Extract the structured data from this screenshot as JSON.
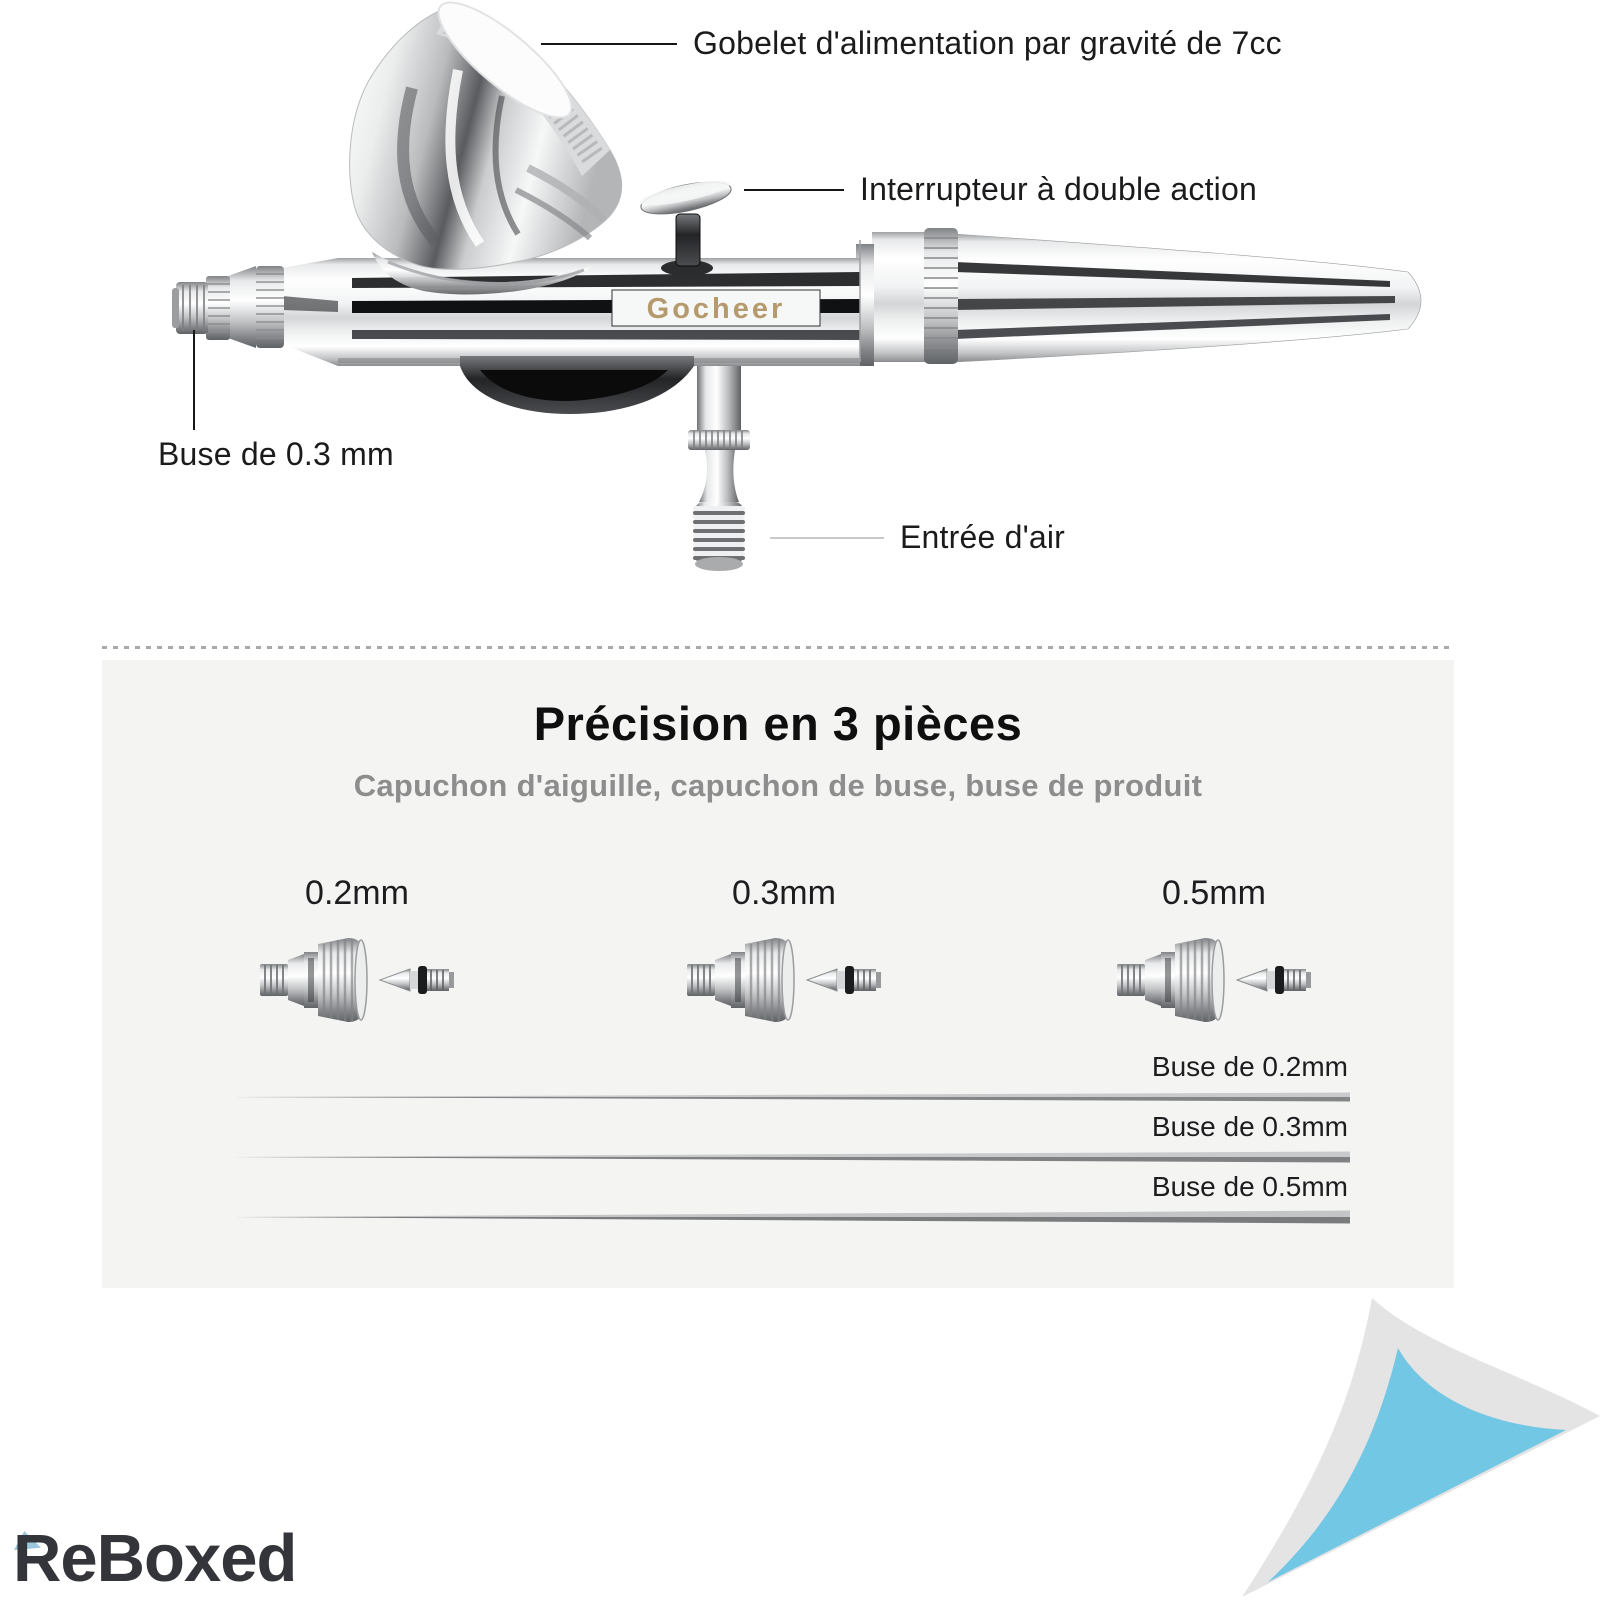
{
  "product": {
    "brand_text": "Gocheer",
    "callouts": {
      "cup": "Gobelet d'alimentation par gravité de 7cc",
      "trigger": "Interrupteur à double action",
      "nozzle": "Buse de 0.3 mm",
      "air_inlet": "Entrée d'air"
    }
  },
  "precision": {
    "title": "Précision en 3 pièces",
    "subtitle": "Capuchon d'aiguille, capuchon de buse, buse de produit",
    "sizes": [
      "0.2mm",
      "0.3mm",
      "0.5mm"
    ],
    "needles": [
      "Buse de 0.2mm",
      "Buse de 0.3mm",
      "Buse de 0.5mm"
    ]
  },
  "footer": {
    "watermark": "ReBoxed"
  },
  "colors": {
    "accent_blue": "#72c7e5",
    "curl_gray": "#e4e4e4",
    "brand_gold": "#b59a6e",
    "panel_gray": "#f4f4f3",
    "fold_blue": "#9cc6dc"
  }
}
